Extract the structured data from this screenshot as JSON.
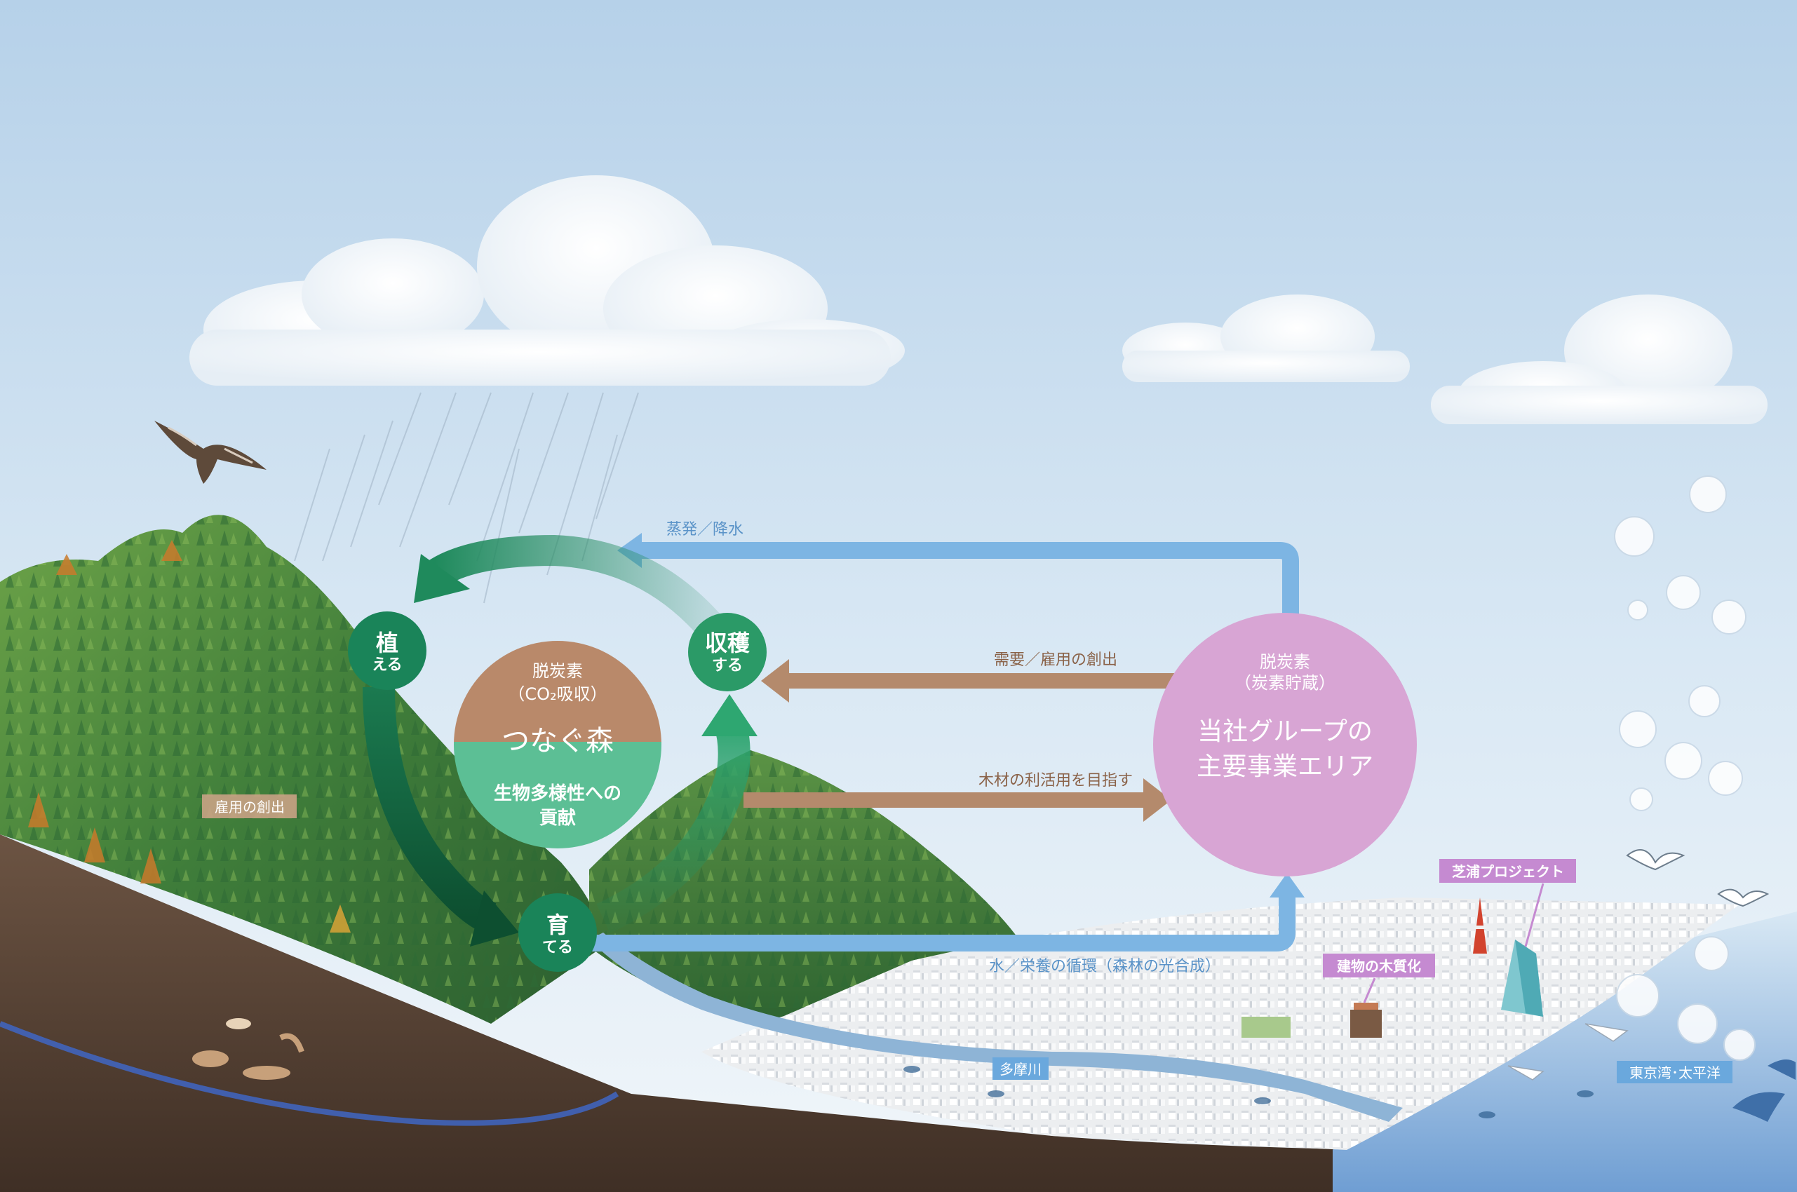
{
  "colors": {
    "sky_top": "#b8d3ea",
    "sky_bottom": "#eef5fa",
    "forest_dark": "#2f6b35",
    "forest_light": "#5f9a45",
    "cycle_green": "#1f8a5c",
    "cycle_dark": "#0d5a3a",
    "center_brown": "#b9896a",
    "center_green": "#5cbf95",
    "brown_arrow": "#b48a6c",
    "blue_flow": "#7db5e3",
    "purple_circle": "#d8a5d4",
    "river": "#8fb6d8",
    "city": "#eef0f2",
    "soil": "#5a4638",
    "label_brown_bg": "#c9a285",
    "label_blue_bg": "#6aa8dd",
    "label_purple_bg": "#c58ad1"
  },
  "cycle": {
    "plant": {
      "main": "植",
      "sub": "える"
    },
    "harvest": {
      "main": "収穫",
      "sub": "する"
    },
    "grow": {
      "main": "育",
      "sub": "てる"
    }
  },
  "center": {
    "top_line1": "脱炭素",
    "top_line2": "（CO₂吸収）",
    "title": "つなぐ森",
    "bottom_line1": "生物多様性への",
    "bottom_line2": "貢献"
  },
  "right_circle": {
    "line1": "脱炭素",
    "line2": "（炭素貯蔵）",
    "main1": "当社グループの",
    "main2": "主要事業エリア"
  },
  "flows": {
    "evaporation": "蒸発／降水",
    "demand": "需要／雇用の創出",
    "wood_use": "木材の利活用を目指す",
    "water_cycle": "水／栄養の循環（森林の光合成）"
  },
  "labels": {
    "employment": "雇用の創出",
    "shibaura": "芝浦プロジェクト",
    "wooden_building": "建物の木質化",
    "tama_river": "多摩川",
    "tokyo_bay": "東京湾･太平洋"
  },
  "icons": {
    "bird": "hawk-icon",
    "seagull": "seagull-icon",
    "dolphin": "dolphin-icon",
    "airplane": "airplane-icon",
    "tokyo_tower": "tokyo-tower-icon"
  }
}
